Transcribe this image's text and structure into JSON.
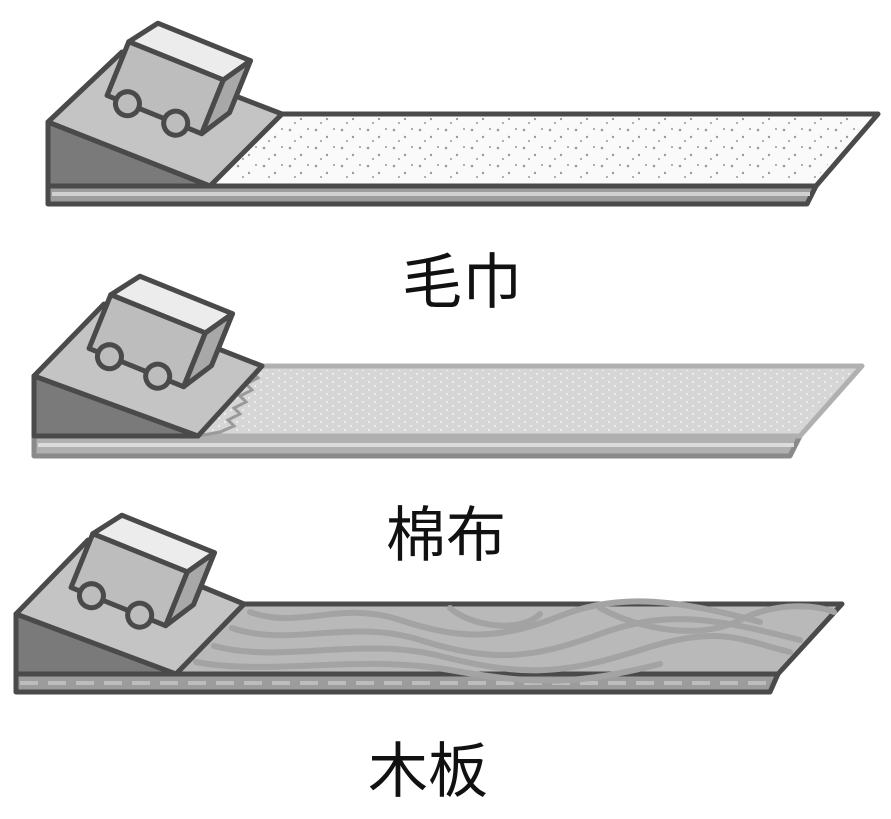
{
  "panels": [
    {
      "label": "毛巾",
      "surface": "towel"
    },
    {
      "label": "棉布",
      "surface": "cotton"
    },
    {
      "label": "木板",
      "surface": "wood"
    }
  ],
  "colors": {
    "outline": "#4a4a4a",
    "ramp_top": "#c4c4c4",
    "ramp_side": "#7a7a7a",
    "cart_body": "#bdbdbd",
    "cart_top": "#ececec",
    "towel_fill": "#fafafa",
    "towel_dots": "#9a9a9a",
    "cotton_fill": "#d6d6d6",
    "cotton_edge": "#b0b0b0",
    "wood_fill": "#b9b9b9",
    "wood_grain": "#a3a3a3",
    "board_side": "#9c9c9c",
    "board_stripe": "#d0d0d0"
  }
}
